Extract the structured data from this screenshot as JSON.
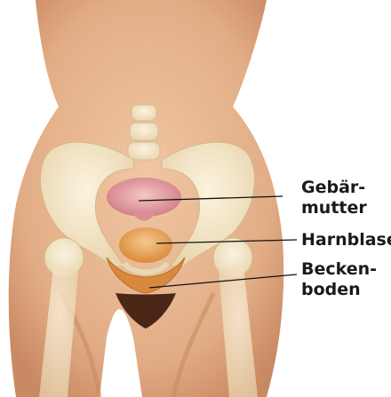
{
  "labels": {
    "uterus": {
      "line1": "Gebär-",
      "line2": "mutter"
    },
    "bladder": {
      "text": "Harnblase"
    },
    "pelvic_floor": {
      "line1": "Becken-",
      "line2": "boden"
    }
  },
  "colors": {
    "skin": "#e9b892",
    "skin_shadow": "#c98962",
    "bone": "#f3e6c9",
    "uterus": "#e7a2a5",
    "bladder": "#e89a46",
    "pubic_hair": "#4a2617",
    "leader_line": "#111111",
    "text": "#1a1a1a"
  }
}
